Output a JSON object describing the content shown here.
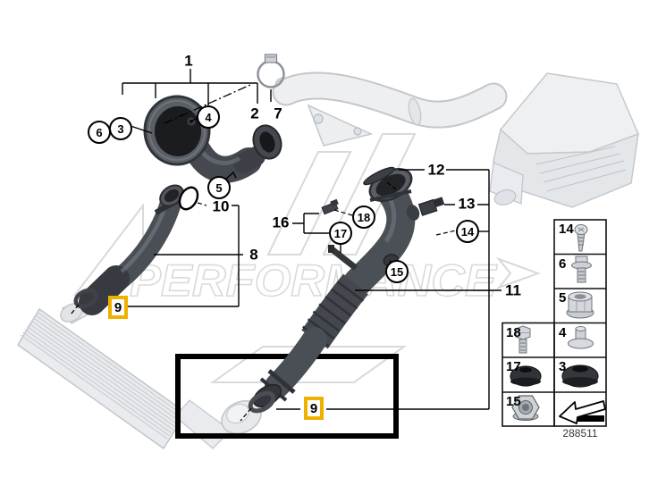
{
  "diagram": {
    "watermark_text": "PERFORMANCE",
    "highlight_color": "#EFB100",
    "line_color": "#000000",
    "part_dark_color": "#4A4E55",
    "part_light_color": "#E9EBEE"
  },
  "callouts": {
    "plain": {
      "n1": "1",
      "n2": "2",
      "n7": "7",
      "n8": "8",
      "n10": "10",
      "n11": "11",
      "n12": "12",
      "n13": "13",
      "n16": "16"
    },
    "circled": {
      "n3": "3",
      "n4": "4",
      "n5": "5",
      "n6": "6",
      "n14": "14",
      "n15": "15",
      "n17": "17",
      "n18": "18"
    },
    "highlighted": {
      "upper": "9",
      "lower": "9"
    }
  },
  "legend": {
    "right_column": [
      {
        "num": "14",
        "icon": "screw-icon"
      },
      {
        "num": "6",
        "icon": "flange-bolt-icon"
      },
      {
        "num": "5",
        "icon": "flange-nut-icon"
      },
      {
        "num": "4",
        "icon": "bushing-icon"
      },
      {
        "num": "3",
        "icon": "grommet-icon"
      },
      {
        "num": "",
        "icon": "direction-arrow-icon"
      }
    ],
    "left_column": [
      {
        "num": "18",
        "icon": "hex-bolt-icon"
      },
      {
        "num": "17",
        "icon": "rubber-mount-icon"
      },
      {
        "num": "15",
        "icon": "lock-nut-icon"
      }
    ]
  },
  "footer": {
    "diagram_code": "288511"
  }
}
